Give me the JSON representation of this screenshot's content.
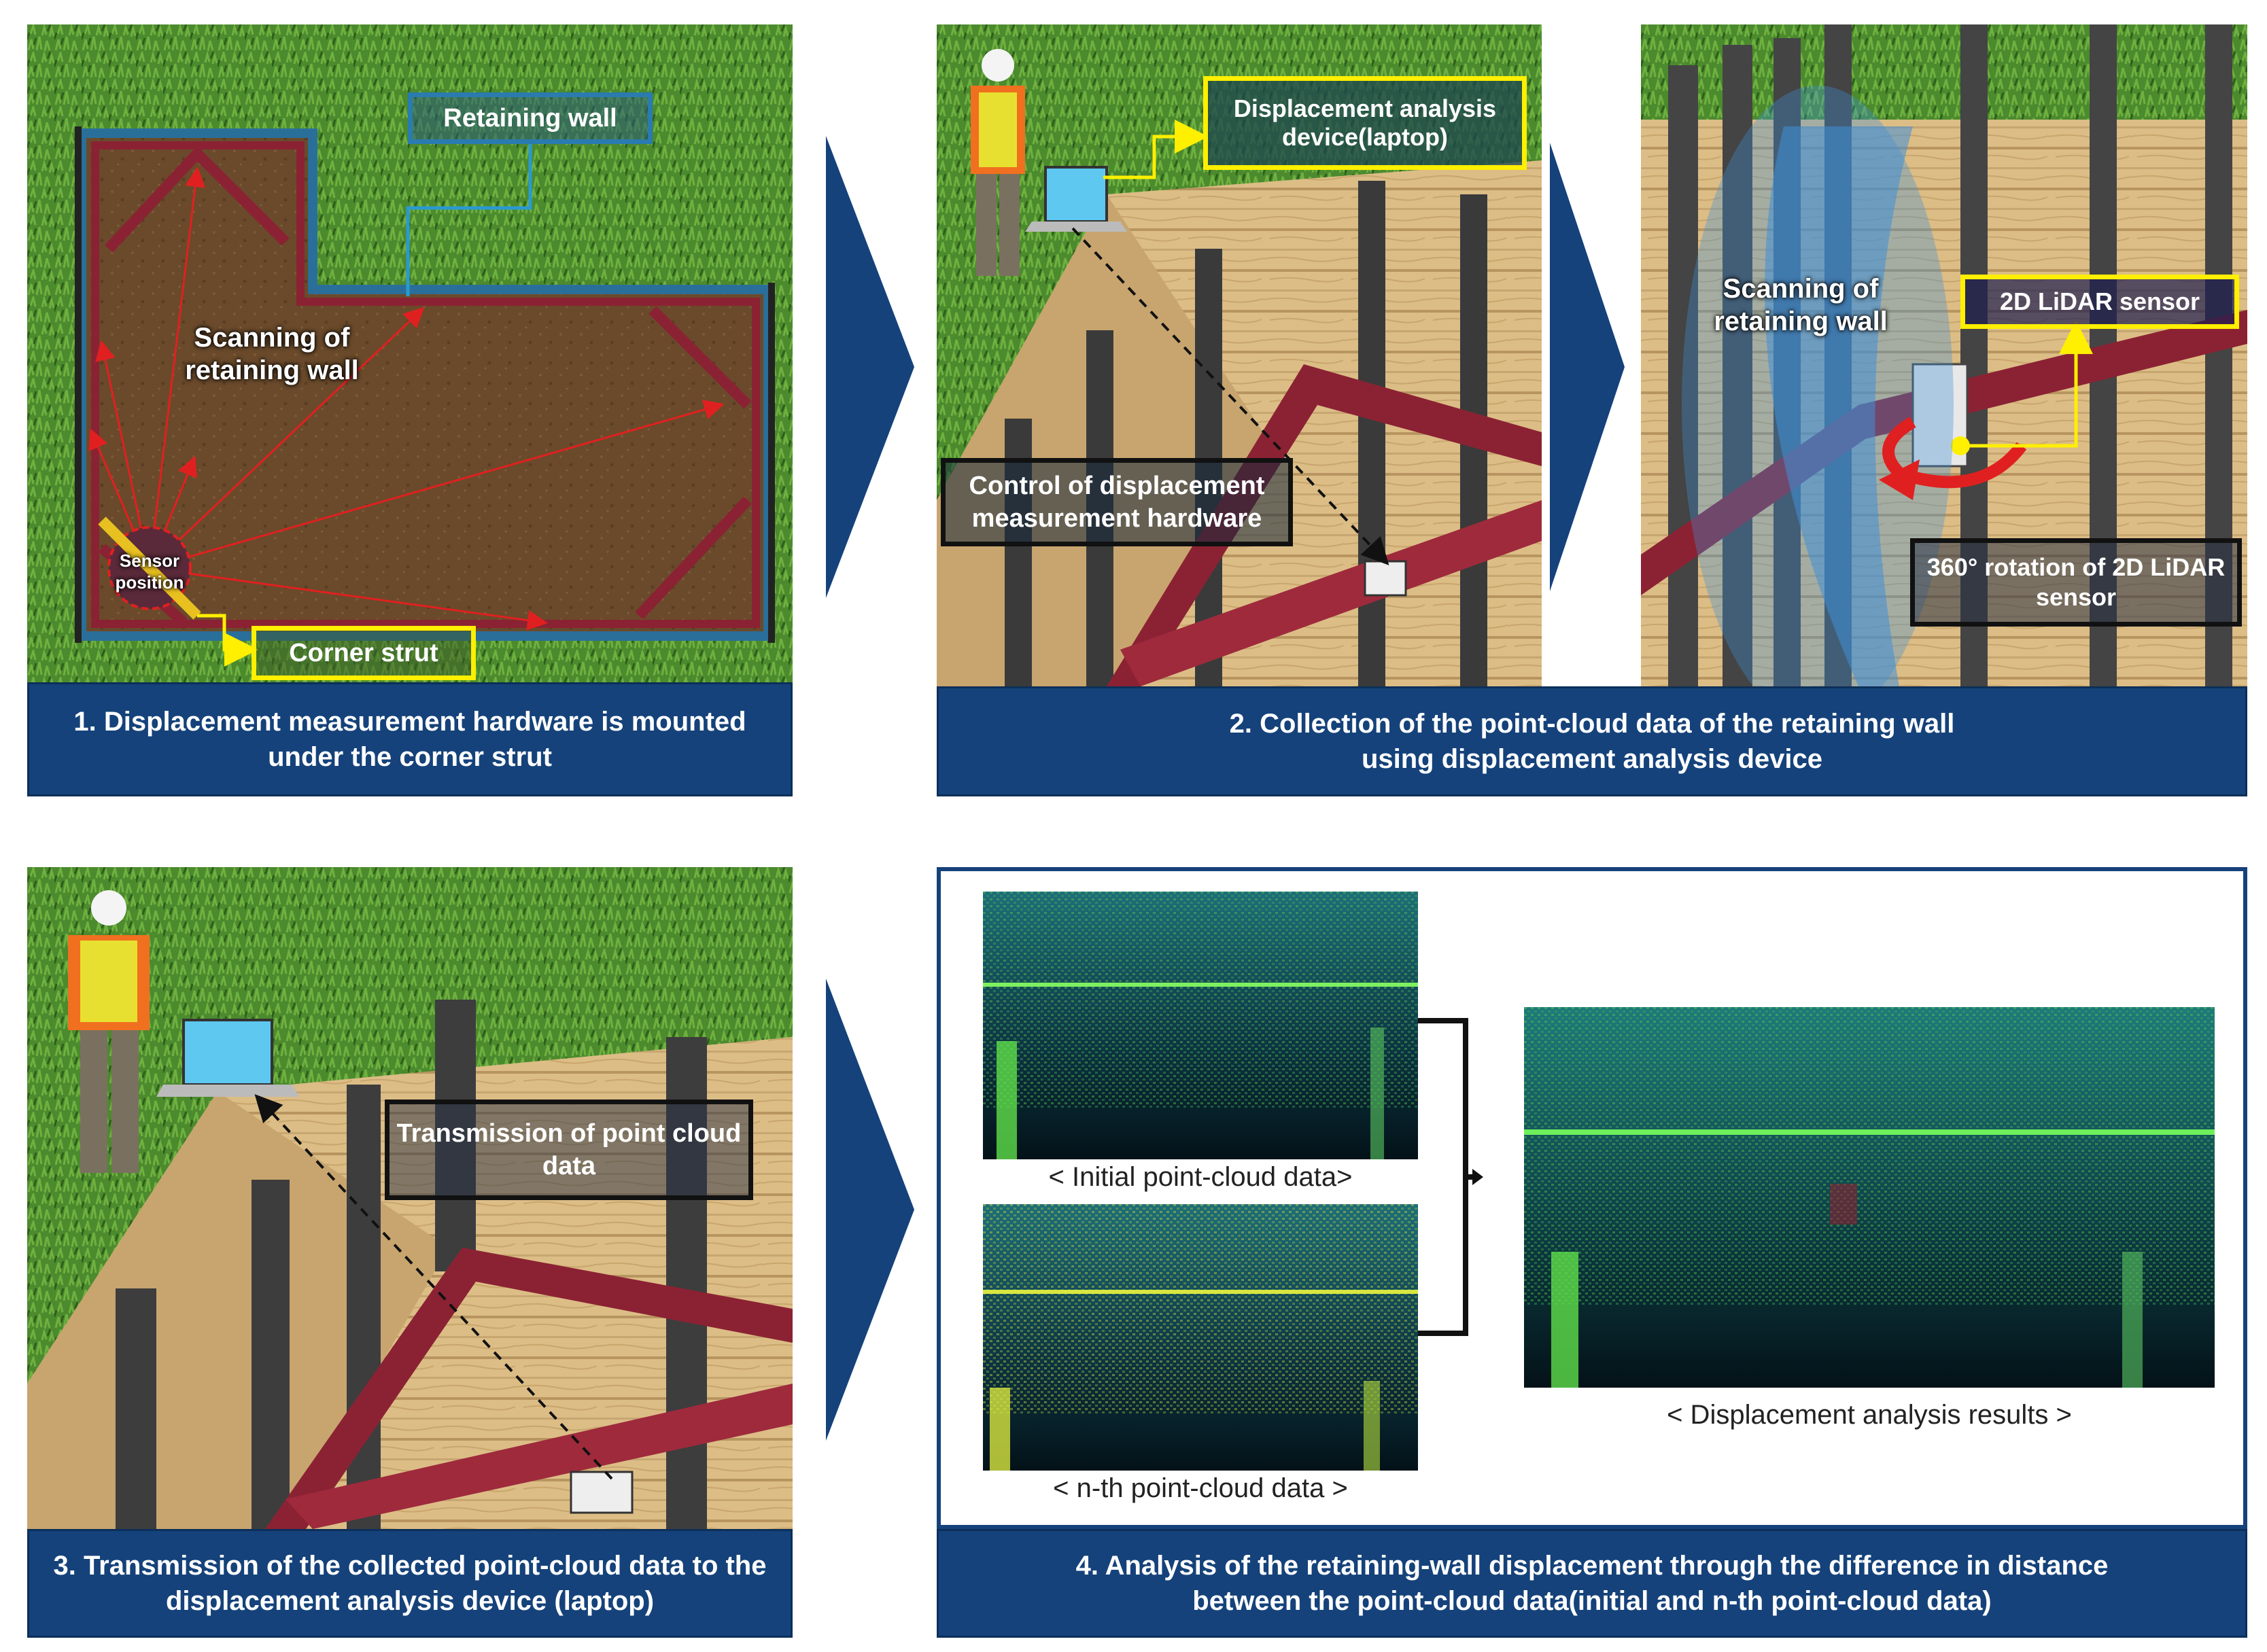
{
  "panel1": {
    "caption": "1. Displacement measurement hardware is mounted under the corner strut",
    "retaining_wall_label": "Retaining wall",
    "scanning_label": "Scanning of retaining wall",
    "sensor_label": "Sensor position",
    "corner_strut_label": "Corner strut"
  },
  "panel2": {
    "caption": "2. Collection of the point-cloud data of the retaining wall using displacement analysis device",
    "device_label": "Displacement analysis device(laptop)",
    "control_label": "Control of displacement measurement hardware",
    "scanning_label": "Scanning of retaining wall",
    "lidar_label": "2D LiDAR sensor",
    "rotation_label": "360° rotation of 2D LiDAR sensor"
  },
  "panel3": {
    "caption": "3. Transmission of the collected point-cloud data to the displacement analysis device (laptop)",
    "transmission_label": "Transmission of point cloud data"
  },
  "panel4": {
    "caption": "4. Analysis of the retaining-wall displacement through the difference in distance between the point-cloud data(initial and n-th point-cloud data)",
    "initial_label": "< Initial point-cloud data>",
    "nth_label": "< n-th point-cloud data >",
    "results_label": "< Displacement analysis results >"
  },
  "colors": {
    "caption_bg": "#15427a",
    "arrow": "#15427a",
    "label_yellow": "#ffef00",
    "strut": "#8b2233",
    "grass": "#4f8a2c",
    "soil": "#6b4a2a",
    "wood": "#d8b880"
  }
}
